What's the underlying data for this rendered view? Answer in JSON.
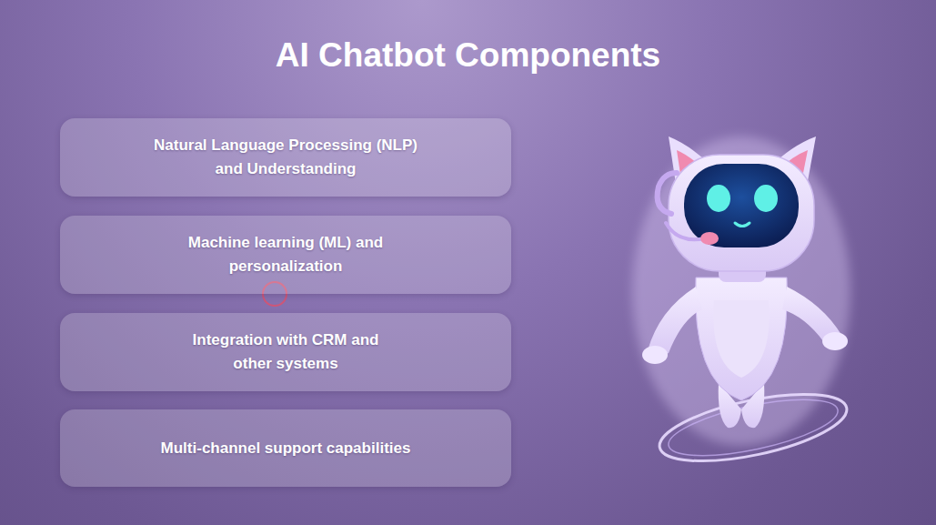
{
  "diagram": {
    "title": "AI Chatbot Components",
    "nodes": [
      {
        "text": [
          "Natural Language Processing (NLP) and Understanding"
        ]
      },
      {
        "text": [
          "Machine learning (ML) and personalization"
        ]
      },
      {
        "text": [
          "Integration with CRM and other systems"
        ]
      },
      {
        "text": [
          "Multi-channel support capabilities"
        ]
      }
    ]
  }
}
